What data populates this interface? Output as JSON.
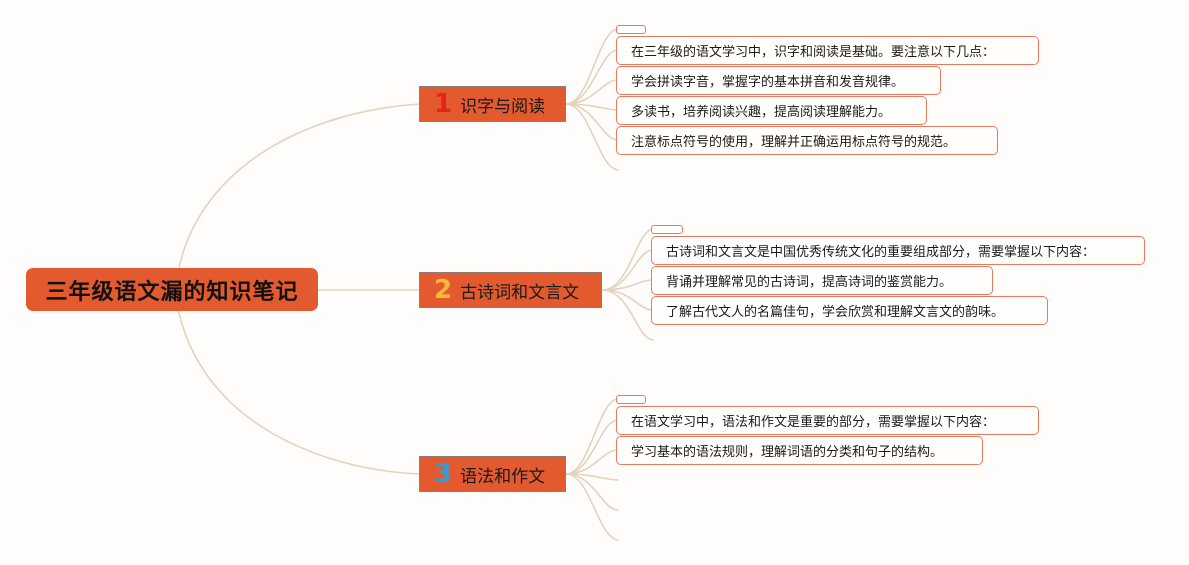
{
  "root": {
    "title": "三年级语文漏的知识笔记"
  },
  "branches": [
    {
      "number": "1",
      "number_color": "#e8221b",
      "label": "识字与阅读",
      "notes": [
        "在三年级的语文学习中，识字和阅读是基础。要注意以下几点：",
        "学会拼读字音，掌握字的基本拼音和发音规律。",
        "多读书，培养阅读兴趣，提高阅读理解能力。",
        "注意标点符号的使用，理解并正确运用标点符号的规范。"
      ]
    },
    {
      "number": "2",
      "number_color": "#f6b93b",
      "label": "古诗词和文言文",
      "notes": [
        "古诗词和文言文是中国优秀传统文化的重要组成部分，需要掌握以下内容：",
        "背诵并理解常见的古诗词，提高诗词的鉴赏能力。",
        "了解古代文人的名篇佳句，学会欣赏和理解文言文的韵味。"
      ]
    },
    {
      "number": "3",
      "number_color": "#2e9de0",
      "label": "语法和作文",
      "notes": [
        "在语文学习中，语法和作文是重要的部分，需要掌握以下内容：",
        "学习基本的语法规则，理解词语的分类和句子的结构。"
      ]
    }
  ],
  "colors": {
    "node_fill": "#e35a2f",
    "leaf_border": "#e67a5e",
    "connector": "#e3d3bd"
  }
}
